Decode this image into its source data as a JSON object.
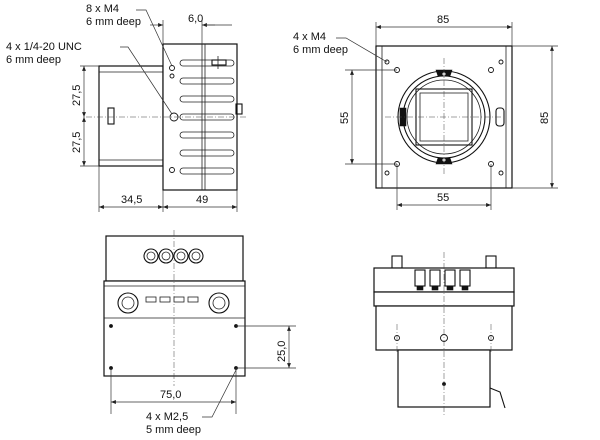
{
  "views": {
    "side": {
      "callout_m4": {
        "line1": "8 x M4",
        "line2": "6 mm deep"
      },
      "callout_unc": {
        "line1": "4 x 1/4-20 UNC",
        "line2": "6 mm deep"
      },
      "dims": {
        "top_offset": "6,0",
        "height_upper": "27,5",
        "height_lower": "27,5",
        "width_left": "34,5",
        "width_right": "49"
      }
    },
    "front": {
      "callout_m4": {
        "line1": "4 x M4",
        "line2": "6 mm deep"
      },
      "dims": {
        "width_top": "85",
        "height_right": "85",
        "hole_height": "55",
        "hole_width": "55"
      }
    },
    "rear": {
      "callout_m25": {
        "line1": "4 x M2,5",
        "line2": "5 mm deep"
      },
      "dims": {
        "hole_width": "75,0",
        "hole_height": "25,0"
      }
    },
    "top": {}
  }
}
